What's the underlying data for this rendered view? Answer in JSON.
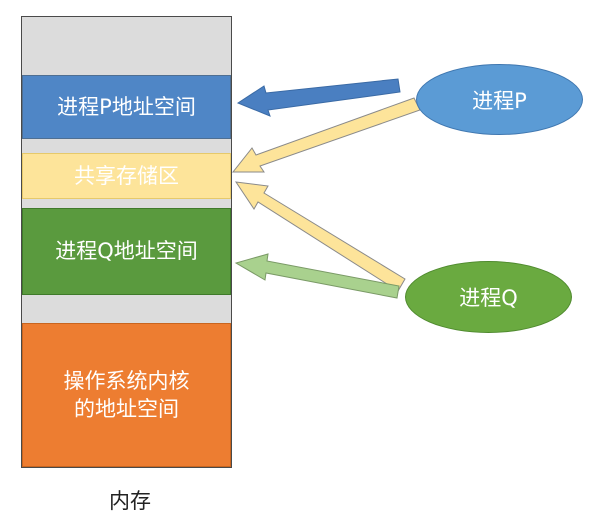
{
  "memory": {
    "caption": "内存",
    "regions": [
      {
        "id": "process-p-space",
        "label": "进程P地址空间",
        "color": "#4f86c6"
      },
      {
        "id": "shared-area",
        "label": "共享存储区",
        "color": "#fde49a"
      },
      {
        "id": "process-q-space",
        "label": "进程Q地址空间",
        "color": "#5a9a3e"
      },
      {
        "id": "os-kernel-space",
        "label_line1": "操作系统内核",
        "label_line2": "的地址空间",
        "color": "#ed7d31"
      }
    ],
    "gap_color": "#dcdcdc"
  },
  "processes": {
    "p": {
      "label": "进程P",
      "color": "#5b9bd5"
    },
    "q": {
      "label": "进程Q",
      "color": "#6aaa40"
    }
  },
  "arrows": {
    "p_to_own_space": {
      "color": "#4a7fc1"
    },
    "p_to_shared": {
      "color": "#fde49a"
    },
    "q_to_shared": {
      "color": "#fde49a"
    },
    "q_to_own_space": {
      "color": "#a9d18e"
    }
  }
}
